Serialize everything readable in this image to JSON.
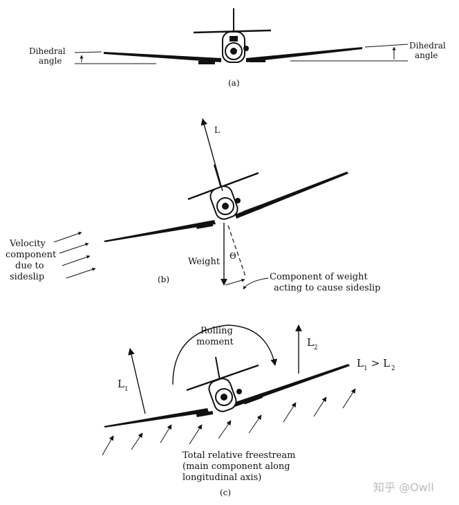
{
  "panel_a": {
    "label_left_1": "Dihedral",
    "label_left_2": "angle",
    "label_right_1": "Dihedral",
    "label_right_2": "angle",
    "caption": "(a)"
  },
  "panel_b": {
    "lift_label": "L",
    "weight_label": "Weight",
    "theta_label": "Θ",
    "velocity_1": "Velocity",
    "velocity_2": "component",
    "velocity_3": "due to",
    "velocity_4": "sideslip",
    "component_1": "Component of weight",
    "component_2": "acting to cause sideslip",
    "caption": "(b)"
  },
  "panel_c": {
    "rolling_1": "Rolling",
    "rolling_2": "moment",
    "l1_label": "L",
    "l1_sub": "1",
    "l2_label": "L",
    "l2_sub": "2",
    "compare_a": "L",
    "compare_a_sub": "1",
    "compare_op": " > L",
    "compare_b_sub": "2",
    "freestream_1": "Total relative freestream",
    "freestream_2": "(main component along",
    "freestream_3": "longitudinal axis)",
    "caption": "(c)"
  },
  "watermark": "知乎 @Owll"
}
